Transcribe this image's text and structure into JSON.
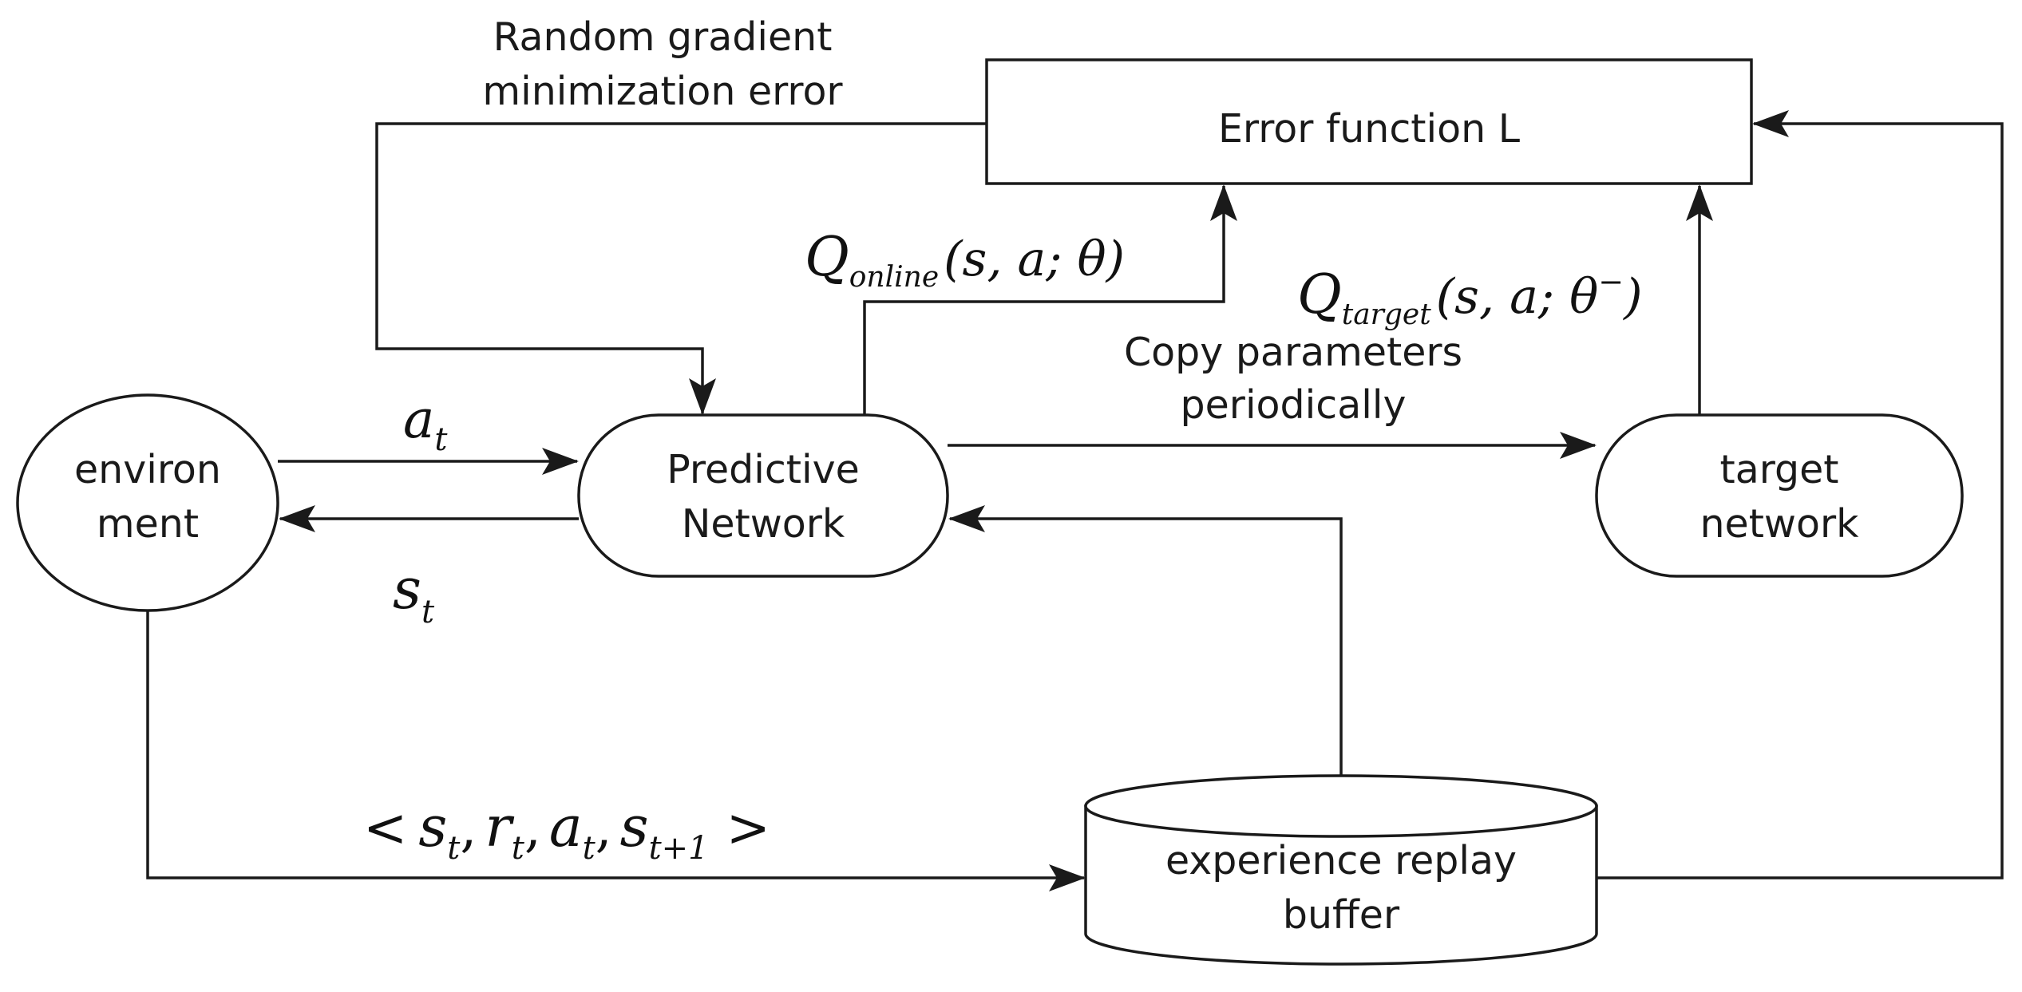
{
  "nodes": {
    "environment": {
      "line1": "environ",
      "line2": "ment"
    },
    "predictive": {
      "line1": "Predictive",
      "line2": "Network"
    },
    "target": {
      "line1": "target",
      "line2": "network"
    },
    "error": {
      "label": "Error function L"
    },
    "buffer": {
      "line1": "experience replay",
      "line2": "buffer"
    }
  },
  "captions": {
    "gradient": {
      "line1": "Random gradient",
      "line2": "minimization error"
    },
    "copy": {
      "line1": "Copy parameters",
      "line2": "periodically"
    }
  },
  "math": {
    "action": {
      "base": "a",
      "sub": "t"
    },
    "state": {
      "base": "s",
      "sub": "t"
    },
    "q_online": {
      "q": "Q",
      "sub": "online",
      "args": "(s, a; θ)"
    },
    "q_target": {
      "q": "Q",
      "sub": "target",
      "args": "(s, a; θ",
      "sup": "−",
      "close": ")"
    },
    "transition": {
      "open": "<",
      "s": "s",
      "s_sub": "t",
      "r": "r",
      "r_sub": "t",
      "a": "a",
      "a_sub": "t",
      "s2": "s",
      "s2_sub": "t+1",
      "sep": ",",
      "close": ">"
    }
  },
  "colors": {
    "stroke": "#1a1a1a",
    "background": "#ffffff"
  }
}
